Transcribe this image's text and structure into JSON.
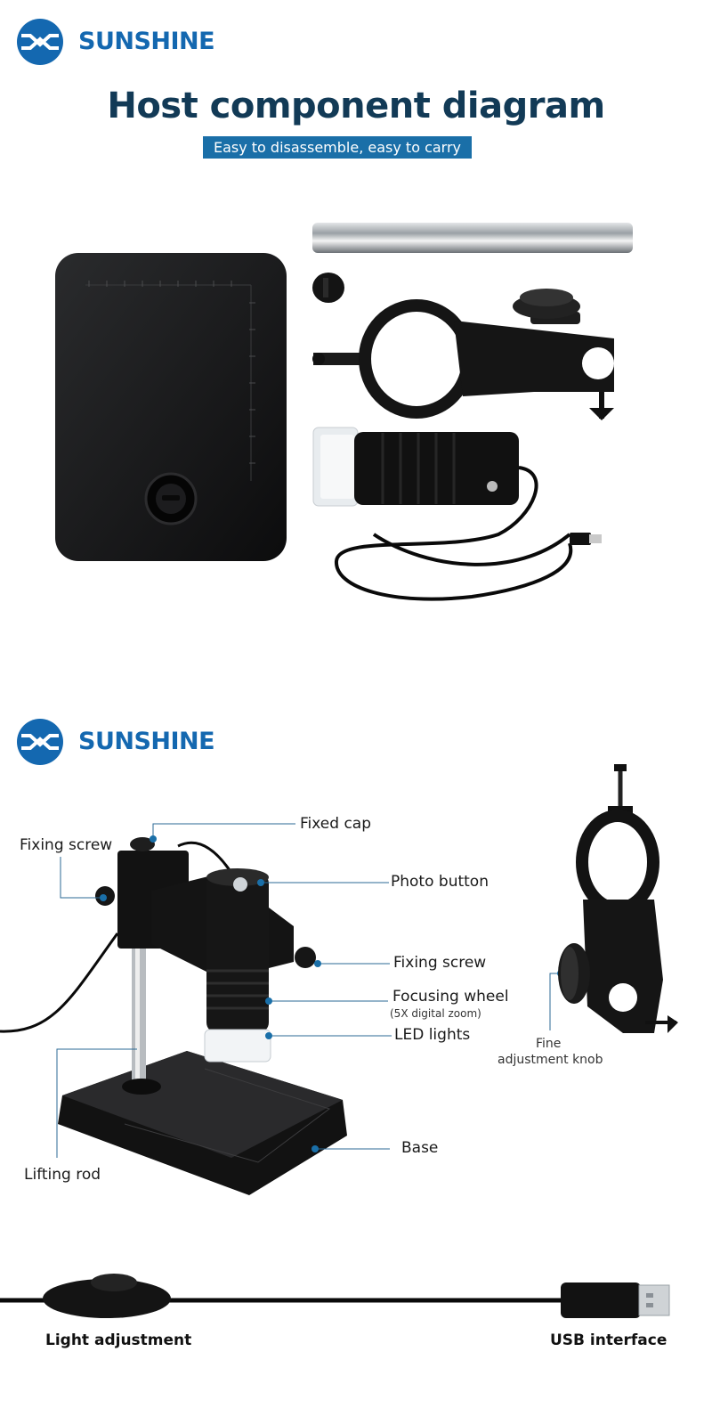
{
  "brand": {
    "name": "SUNSHINE",
    "color": "#1468b0",
    "logo_icon": "sunshine-logo-icon"
  },
  "header": {
    "title": "Host component diagram",
    "subtitle": "Easy to disassemble, easy to carry"
  },
  "callouts": {
    "fixed_cap": "Fixed cap",
    "fixing_screw_left": "Fixing screw",
    "photo_button": "Photo button",
    "fixing_screw_right": "Fixing screw",
    "focusing_wheel": "Focusing wheel",
    "focusing_wheel_note": "(5X digital zoom)",
    "led_lights": "LED lights",
    "lifting_rod": "Lifting rod",
    "base": "Base",
    "fine_adjustment_line1": "Fine",
    "fine_adjustment_line2": "adjustment knob"
  },
  "cable": {
    "light_adjustment": "Light adjustment",
    "usb_interface": "USB interface"
  },
  "colors": {
    "title": "#123a56",
    "subtitle_bg": "#1a6fa8",
    "callout_dot": "#1a6fa8",
    "product_black": "#111111"
  }
}
